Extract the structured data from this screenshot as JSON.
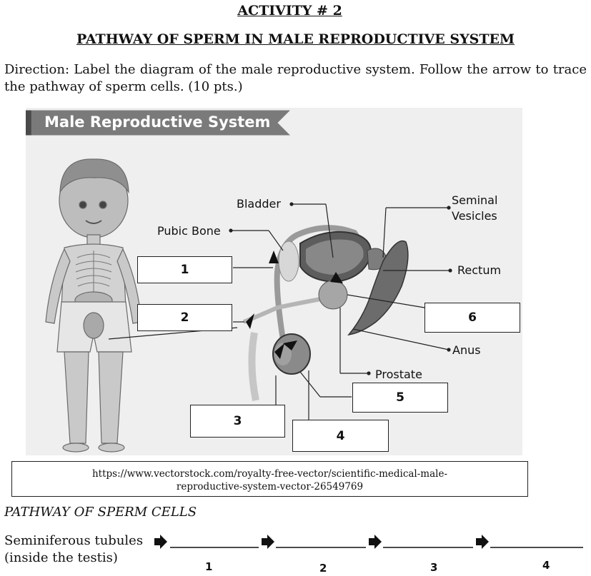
{
  "header": {
    "activity": "ACTIVITY # 2",
    "title": "PATHWAY OF SPERM IN MALE REPRODUCTIVE SYSTEM"
  },
  "direction": "Direction: Label the diagram of the male reproductive system. Follow the arrow to trace the pathway of sperm cells. (10 pts.)",
  "figure": {
    "banner": "Male Reproductive System",
    "labels": {
      "bladder": "Bladder",
      "seminal_vesicles_1": "Seminal",
      "seminal_vesicles_2": "Vesicles",
      "pubic_bone": "Pubic Bone",
      "rectum": "Rectum",
      "anus": "Anus",
      "prostate": "Prostate"
    },
    "boxes": [
      "1",
      "2",
      "3",
      "4",
      "5",
      "6"
    ]
  },
  "source": {
    "line1": "https://www.vectorstock.com/royalty-free-vector/scientific-medical-male-",
    "line2": "reproductive-system-vector-26549769"
  },
  "pathway": {
    "heading": "PATHWAY OF SPERM CELLS",
    "start_line1": "Seminiferous tubules",
    "start_line2": "(inside the testis)",
    "steps": [
      "1",
      "2",
      "3",
      "4"
    ]
  }
}
